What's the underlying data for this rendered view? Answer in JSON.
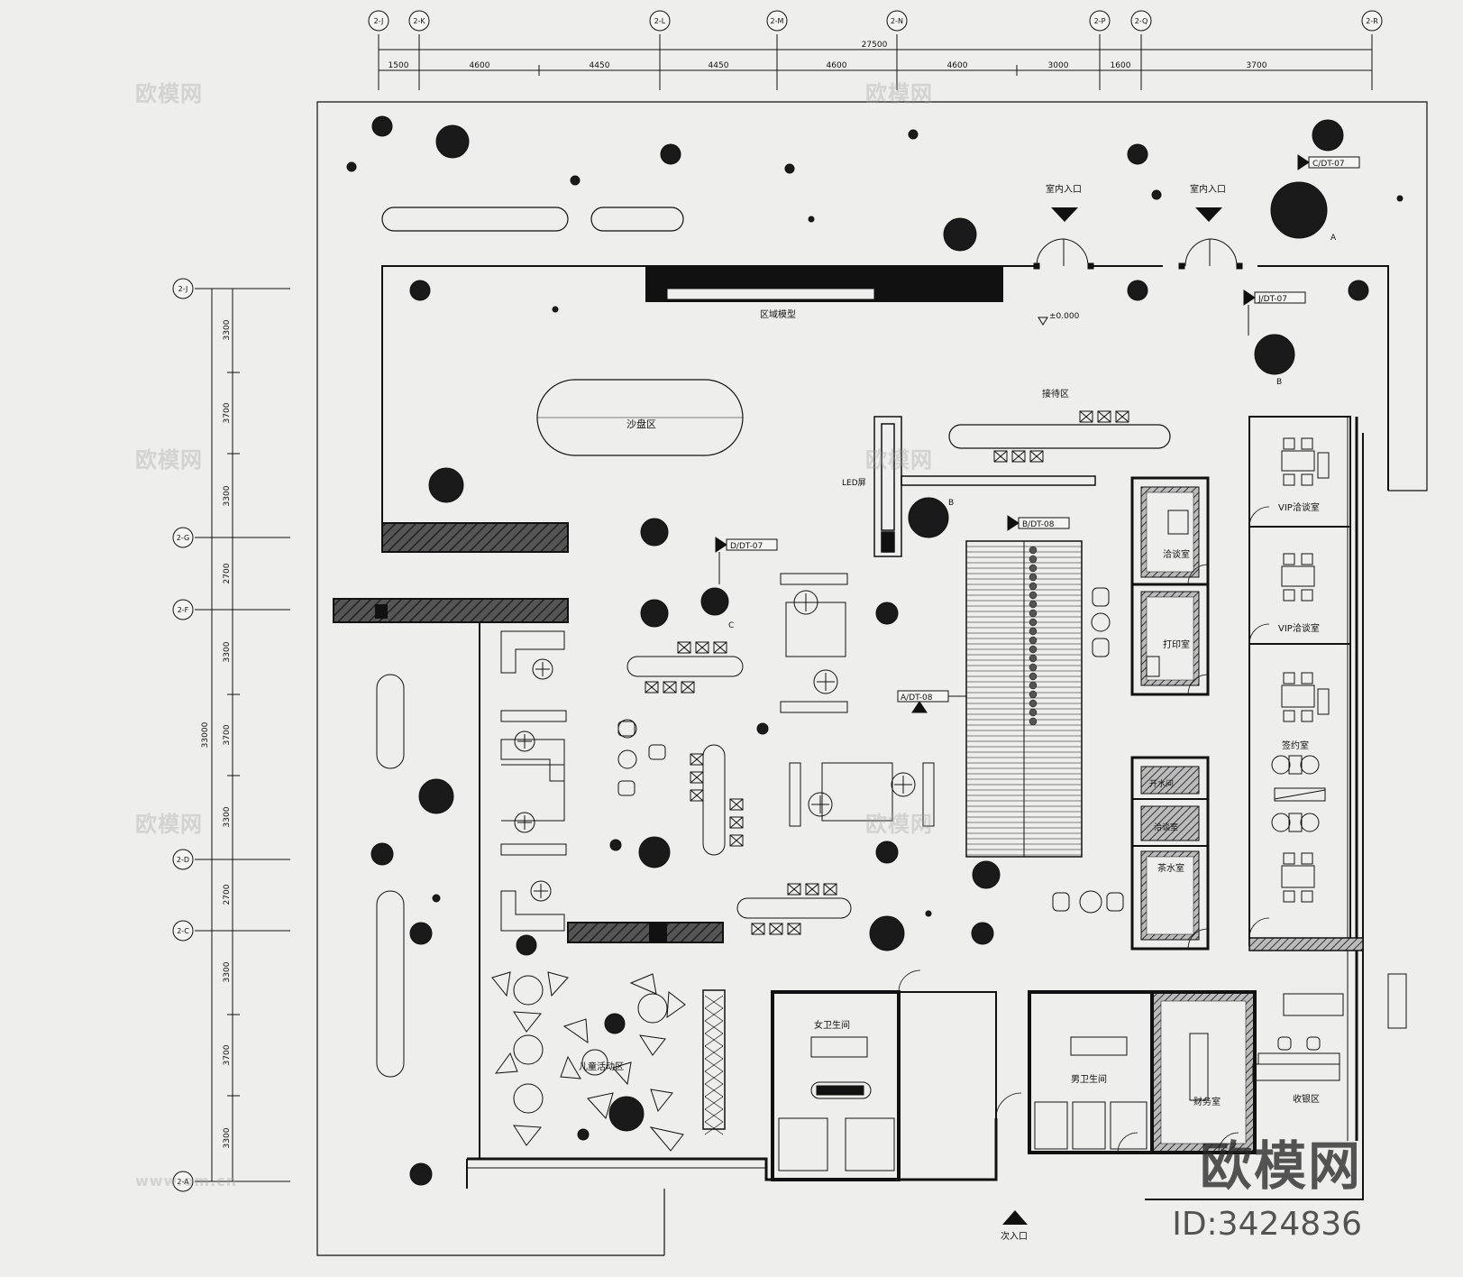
{
  "axes_top": [
    "2-J",
    "2-K",
    "2-L",
    "2-M",
    "2-N",
    "2-P",
    "2-Q",
    "2-R"
  ],
  "axes_left": [
    "2-J",
    "2-G",
    "2-F",
    "2-D",
    "2-C",
    "2-A"
  ],
  "dimensions_top": {
    "total": "27500",
    "segments": [
      "1500",
      "4600",
      "4450",
      "4450",
      "4600",
      "4600",
      "3000",
      "1600",
      "3700"
    ]
  },
  "dimensions_left": {
    "total": "33000",
    "segments": [
      "3300",
      "3700",
      "3300",
      "2700",
      "3300",
      "3700",
      "3300",
      "2700",
      "3300",
      "3700",
      "3300"
    ]
  },
  "rooms": {
    "model": "区域模型",
    "sand_table": "沙盘区",
    "reception": "接待区",
    "led": "LED屏",
    "vip1": "VIP洽谈室",
    "vip2": "VIP洽谈室",
    "sign": "签约室",
    "negotiation1": "洽谈室",
    "print": "打印室",
    "water": "开水间",
    "negotiation2": "洽谈室",
    "tea": "茶水室",
    "female_wc": "女卫生间",
    "male_wc": "男卫生间",
    "finance": "财务室",
    "cashier": "收银区",
    "kids": "儿童活动区",
    "entry1": "室内入口",
    "entry2": "室内入口",
    "second_entry": "次入口",
    "elevation": "±0.000"
  },
  "section_tags": {
    "c": "C/DT-07",
    "j": "J/DT-07",
    "b": "B/DT-08",
    "d": "D/DT-07",
    "a": "A/DT-08"
  },
  "letters": [
    "A",
    "B",
    "B",
    "C"
  ],
  "watermark": {
    "logo": "欧模网",
    "id": "ID:3424836",
    "site": "www.om.cn"
  }
}
